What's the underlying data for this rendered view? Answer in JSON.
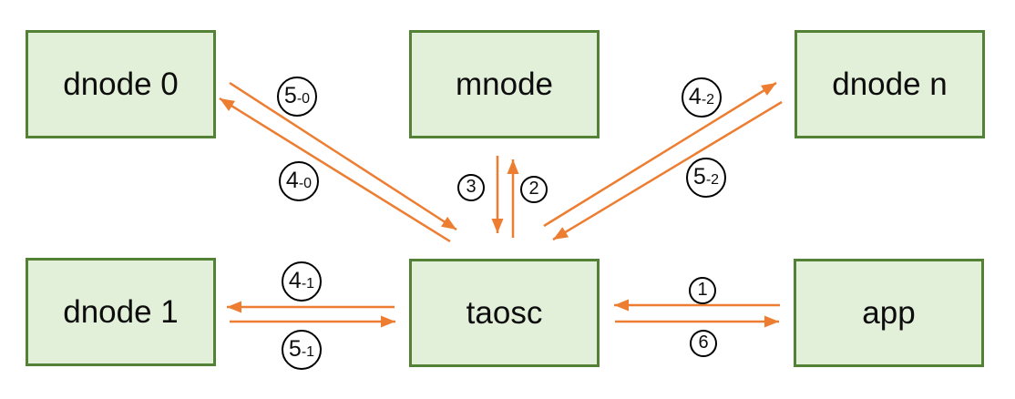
{
  "diagram": {
    "background": "#ffffff",
    "colors": {
      "node_fill": "#e2efd9",
      "node_border": "#538135",
      "arrow": "#ed7d31",
      "label_circle_border": "#000000",
      "text": "#0d0d0d"
    },
    "nodes": [
      {
        "id": "dnode0",
        "label": "dnode 0"
      },
      {
        "id": "mnode",
        "label": "mnode"
      },
      {
        "id": "dnoden",
        "label": "dnode n"
      },
      {
        "id": "dnode1",
        "label": "dnode 1"
      },
      {
        "id": "taosc",
        "label": "taosc"
      },
      {
        "id": "app",
        "label": "app"
      }
    ],
    "edges": [
      {
        "label": "1",
        "from": "app",
        "to": "taosc"
      },
      {
        "label": "2",
        "from": "taosc",
        "to": "mnode"
      },
      {
        "label": "3",
        "from": "mnode",
        "to": "taosc"
      },
      {
        "label": "4-0",
        "from": "taosc",
        "to": "dnode 0"
      },
      {
        "label": "5-0",
        "from": "dnode 0",
        "to": "taosc"
      },
      {
        "label": "4-1",
        "from": "taosc",
        "to": "dnode 1"
      },
      {
        "label": "5-1",
        "from": "dnode 1",
        "to": "taosc"
      },
      {
        "label": "4-2",
        "from": "taosc",
        "to": "dnode n"
      },
      {
        "label": "5-2",
        "from": "dnode n",
        "to": "taosc"
      },
      {
        "label": "6",
        "from": "taosc",
        "to": "app"
      }
    ]
  }
}
